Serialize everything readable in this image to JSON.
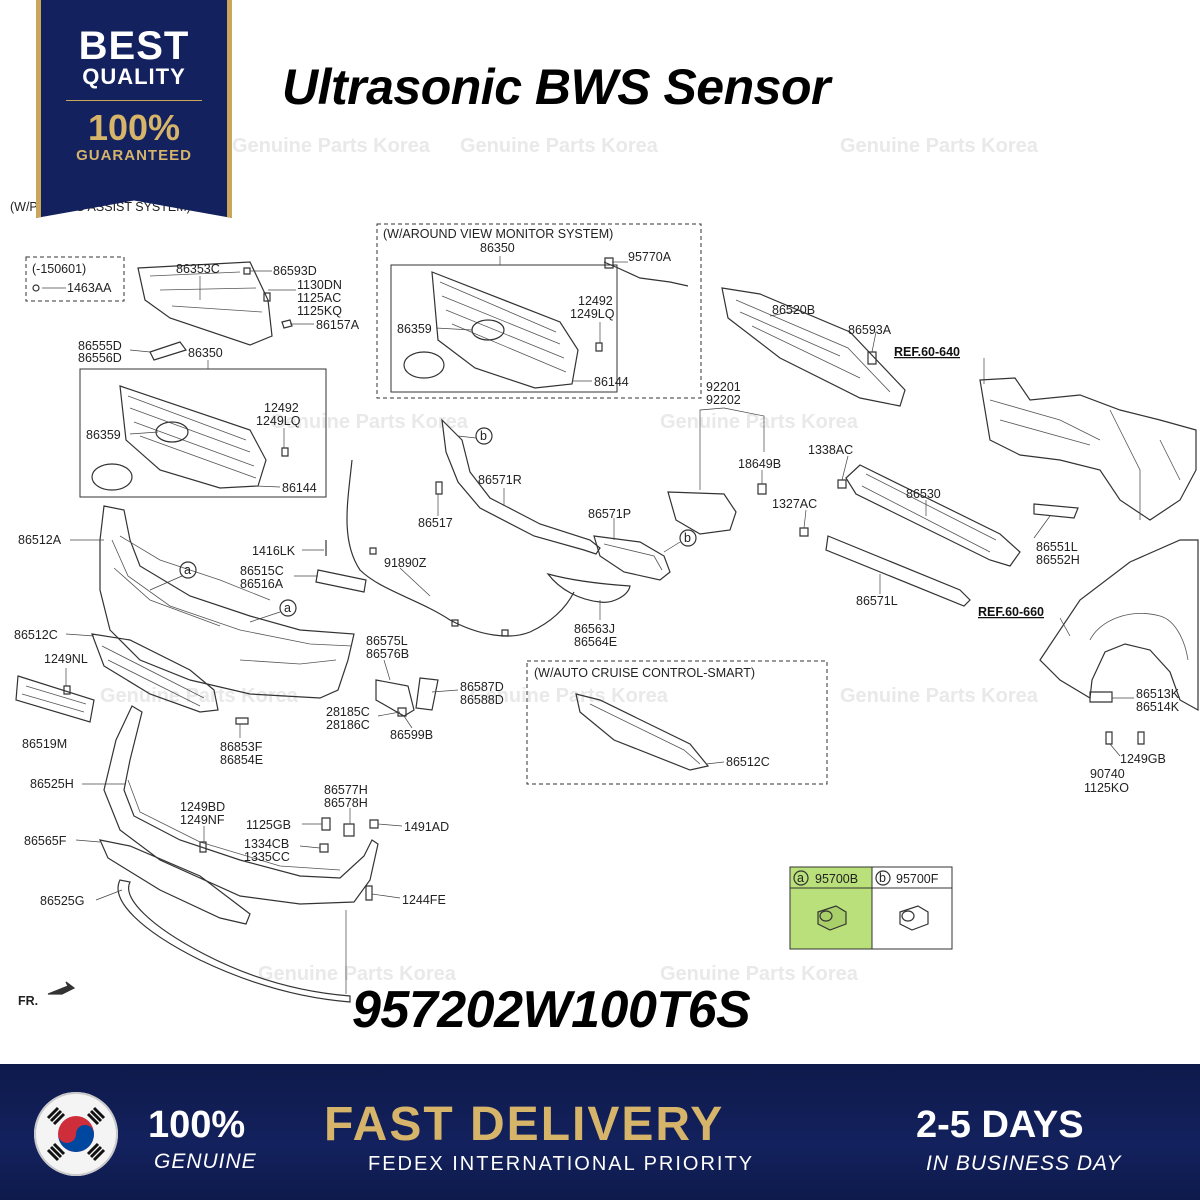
{
  "badge": {
    "line1": "BEST",
    "line2": "QUALITY",
    "percent": "100%",
    "guarantee": "GUARANTEED",
    "colors": {
      "navy": "#13215e",
      "gold": "#c9a65a"
    }
  },
  "title": "Ultrasonic BWS Sensor",
  "subtitle": "(W/PARKING ASSIST SYSTEM)",
  "part_number": "957202W100T6S",
  "watermark": "Genuine Parts Korea",
  "diagram": {
    "groups": {
      "early_note": "(-150601)",
      "around_view": "(W/AROUND VIEW MONITOR SYSTEM)",
      "cruise": "(W/AUTO CRUISE CONTROL-SMART)"
    },
    "refs": [
      "REF.60-640",
      "REF.60-660"
    ],
    "labels": {
      "l1463AA": "1463AA",
      "l86353C": "86353C",
      "l86593D": "86593D",
      "l1130DN": "1130DN",
      "l1125AC": "1125AC",
      "l1125KQ": "1125KQ",
      "l86157A": "86157A",
      "l86555D": "86555D",
      "l86556D": "86556D",
      "l86350a": "86350",
      "l12492a": "12492",
      "l1249LQa": "1249LQ",
      "l86359a": "86359",
      "l86144a": "86144",
      "l86350b": "86350",
      "l95770A": "95770A",
      "l12492b": "12492",
      "l1249LQb": "1249LQ",
      "l86359b": "86359",
      "l86144b": "86144",
      "l86520B": "86520B",
      "l86593A": "86593A",
      "l92201": "92201",
      "l92202": "92202",
      "l18649B": "18649B",
      "l1338AC": "1338AC",
      "l1327AC": "1327AC",
      "l86530": "86530",
      "l86551L": "86551L",
      "l86552H": "86552H",
      "l86571L": "86571L",
      "l86571R": "86571R",
      "l86517": "86517",
      "l86571P": "86571P",
      "l91890Z": "91890Z",
      "l1416LK": "1416LK",
      "l86515C": "86515C",
      "l86516A": "86516A",
      "l86512A": "86512A",
      "l86512C": "86512C",
      "l1249NL": "1249NL",
      "l86519M": "86519M",
      "l86853F": "86853F",
      "l86854E": "86854E",
      "l86575L": "86575L",
      "l86576B": "86576B",
      "l86587D": "86587D",
      "l86588D": "86588D",
      "l28185C": "28185C",
      "l28186C": "28186C",
      "l86599B": "86599B",
      "l86563J": "86563J",
      "l86564E": "86564E",
      "l86512C2": "86512C",
      "l86513K": "86513K",
      "l86514K": "86514K",
      "l1249GB": "1249GB",
      "l90740": "90740",
      "l1125KO": "1125KO",
      "l86525H": "86525H",
      "l1249BD": "1249BD",
      "l1249NF": "1249NF",
      "l1125GB": "1125GB",
      "l86577H": "86577H",
      "l86578H": "86578H",
      "l1491AD": "1491AD",
      "l1334CB": "1334CB",
      "l1335CC": "1335CC",
      "l86565F": "86565F",
      "l1244FE": "1244FE",
      "l86525G": "86525G",
      "fr": "FR.",
      "call_a": "a",
      "call_b": "b"
    },
    "sensor_table": {
      "a_code": "a",
      "a_part": "95700B",
      "b_code": "b",
      "b_part": "95700F",
      "highlight_color": "#b9e07a"
    }
  },
  "footer": {
    "genuine_percent": "100%",
    "genuine": "GENUINE",
    "fast_delivery": "FAST DELIVERY",
    "shipping": "FEDEX INTERNATIONAL PRIORITY",
    "days": "2-5 DAYS",
    "business": "IN BUSINESS DAY",
    "colors": {
      "navy": "#13215e",
      "gold": "#d6b46a"
    }
  }
}
